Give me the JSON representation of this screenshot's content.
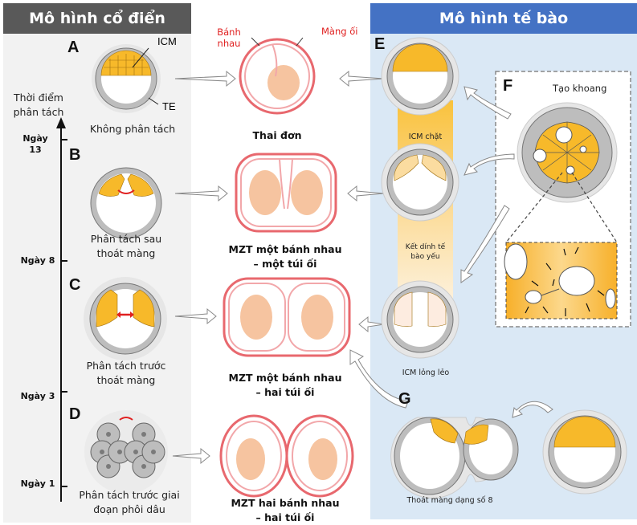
{
  "left_panel": {
    "title": "Mô hình cổ điển",
    "axis_label": "Thời điểm phân tách",
    "axis_label_line1": "Thời điểm",
    "axis_label_line2": "phân tách",
    "days": [
      {
        "line1": "Ngày",
        "line2": "13"
      },
      {
        "line1": "Ngày 8",
        "line2": ""
      },
      {
        "line1": "Ngày 3",
        "line2": ""
      },
      {
        "line1": "Ngày 1",
        "line2": ""
      }
    ],
    "stages": [
      {
        "letter": "A",
        "line1": "Không phân tách",
        "line2": "",
        "labels": {
          "icm": "ICM",
          "te": "TE"
        }
      },
      {
        "letter": "B",
        "line1": "Phân tách sau",
        "line2": "thoát màng"
      },
      {
        "letter": "C",
        "line1": "Phân tách trước",
        "line2": "thoát màng"
      },
      {
        "letter": "D",
        "line1": "Phân tách trước giai",
        "line2": "đoạn phôi dâu"
      }
    ]
  },
  "outcomes": {
    "labels": {
      "placenta_line1": "Bánh",
      "placenta_line2": "nhau",
      "amnion": "Màng ối"
    },
    "items": [
      {
        "line1": "Thai đơn",
        "line2": ""
      },
      {
        "line1": "MZT một bánh nhau",
        "line2": "– một túi ối"
      },
      {
        "line1": "MZT một bánh nhau",
        "line2": "– hai túi ối"
      },
      {
        "line1": "MZT hai bánh nhau",
        "line2": "– hai túi ối"
      }
    ]
  },
  "right_panel": {
    "title": "Mô hình tế bào",
    "stages": [
      {
        "letter": "E"
      },
      {
        "letter": "F",
        "label": "Tạo khoang"
      },
      {
        "letter": "G",
        "label": "Thoát màng dạng số 8"
      }
    ],
    "band_labels": {
      "compact": "ICM  chặt",
      "weak_line1": "Kết dính tế",
      "weak_line2": "bào yếu",
      "loose": "ICM lỏng lẻo"
    }
  },
  "colors": {
    "icm": "#f7b92a",
    "te": "#bfbfbf",
    "membrane": "#e8686e",
    "fetus": "#f6c4a0",
    "left_header": "#595959",
    "right_header": "#4472c4",
    "right_bg": "#dae8f5",
    "split_arrow": "#e02020"
  }
}
